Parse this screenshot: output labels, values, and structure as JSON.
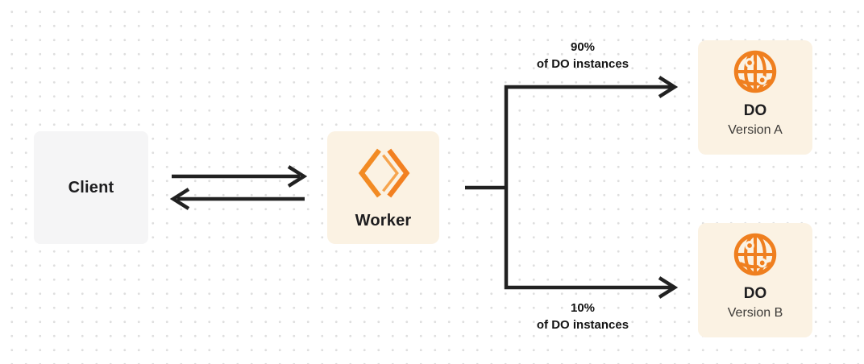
{
  "diagram": {
    "client": {
      "label": "Client"
    },
    "worker": {
      "label": "Worker"
    },
    "do_version_a": {
      "title": "DO",
      "subtitle": "Version A"
    },
    "do_version_b": {
      "title": "DO",
      "subtitle": "Version B"
    },
    "branch_a_label": {
      "line1": "90%",
      "line2": "of DO instances"
    },
    "branch_b_label": {
      "line1": "10%",
      "line2": "of DO instances"
    }
  },
  "icons": {
    "worker": "workers-logo-icon",
    "durable_object": "globe-icon"
  },
  "colors": {
    "accent_orange": "#f28021",
    "accent_orange_light": "#f6a44e",
    "node_cream_background": "#fbf2e3",
    "client_gray_background": "#f5f5f6",
    "connector_dark": "#212121",
    "dot_grid": "#dedede",
    "text_dark": "#1d1d1f",
    "text_subtitle": "#3c3a37"
  }
}
